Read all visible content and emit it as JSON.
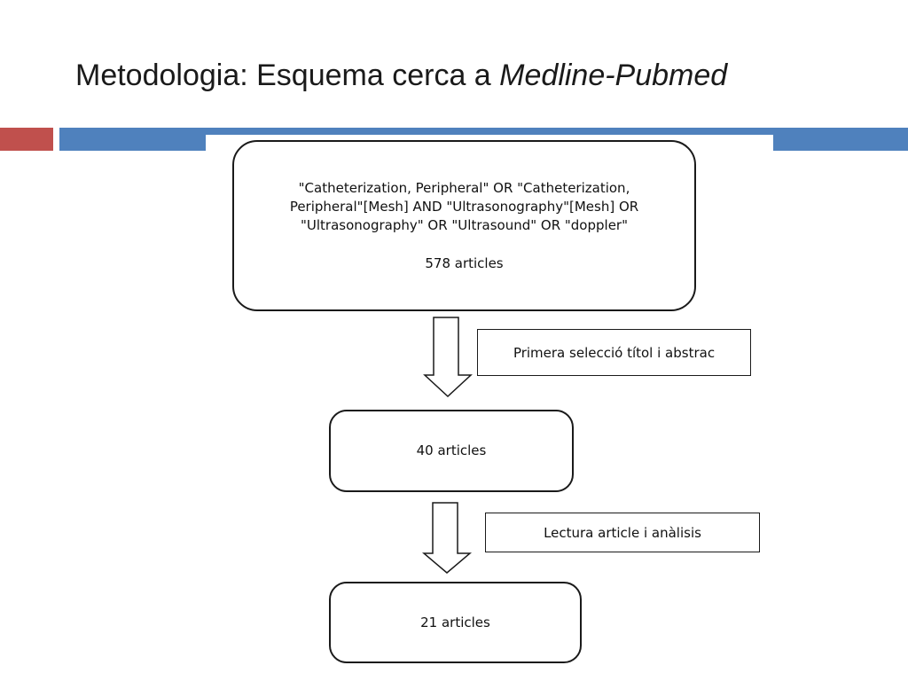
{
  "slide": {
    "title_prefix": "Metodologia: Esquema cerca a ",
    "title_italic": "Medline-Pubmed",
    "accent_colors": {
      "red": "#c0504d",
      "blue": "#4f81bd"
    }
  },
  "diagram": {
    "search_box": {
      "query_lines": [
        "\"Catheterization, Peripheral\" OR \"Catheterization,",
        "Peripheral\"[Mesh] AND \"Ultrasonography\"[Mesh]  OR",
        "\"Ultrasonography\"  OR \"Ultrasound\"  OR \"doppler\""
      ],
      "count": "578 articles"
    },
    "step1_label": "Primera selecció títol i abstrac",
    "box2_count": "40 articles",
    "step2_label": "Lectura article i anàlisis",
    "box3_count": "21 articles"
  }
}
